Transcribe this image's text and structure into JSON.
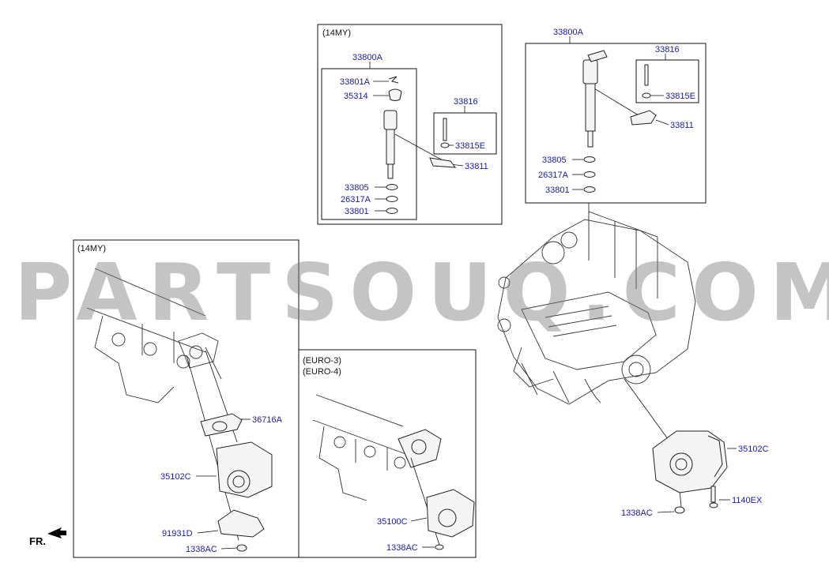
{
  "watermark": "PARTSOUQ.COM",
  "orientation": "FR.",
  "sections": {
    "injector_14my": "(14MY)",
    "throttle_14my": "(14MY)",
    "euro_3": "(EURO-3)",
    "euro_4": "(EURO-4)"
  },
  "labels": {
    "l33800a_14my": "33800A",
    "l33801a": "33801A",
    "l35314": "35314",
    "l33816_14my": "33816",
    "l33815e_14my": "33815E",
    "l33811_14my": "33811",
    "l33805_14my": "33805",
    "l26317a_14my": "26317A",
    "l33801_14my": "33801",
    "l33800a": "33800A",
    "l33816": "33816",
    "l33815e": "33815E",
    "l33811": "33811",
    "l33805": "33805",
    "l26317a": "26317A",
    "l33801": "33801",
    "l36716a": "36716A",
    "l35102c_14my": "35102C",
    "l91931d": "91931D",
    "l1338ac_14my": "1338AC",
    "l35100c": "35100C",
    "l1338ac_euro": "1338AC",
    "l35102c": "35102C",
    "l1338ac": "1338AC",
    "l1140ex": "1140EX"
  }
}
